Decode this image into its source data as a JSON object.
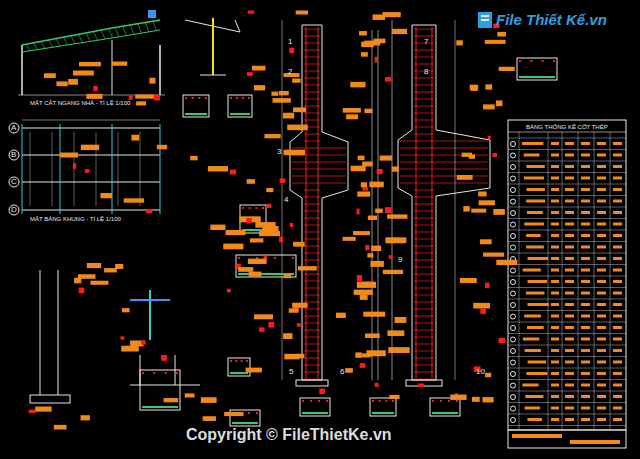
{
  "diagram": {
    "labels": [
      "MẶT CẮT NGANG NHÀ - TỈ LỆ 1/100",
      "MẶT BẰNG KHUNG - TỈ LỆ 1/100",
      "A",
      "B",
      "C",
      "D",
      "1",
      "2",
      "3",
      "4",
      "5",
      "6",
      "7",
      "8",
      "9",
      "10",
      "BẢNG THỐNG KÊ CỐT THÉP",
      "File Thiết Kế.vn",
      "Copyright © FileThietKe.vn"
    ]
  }
}
